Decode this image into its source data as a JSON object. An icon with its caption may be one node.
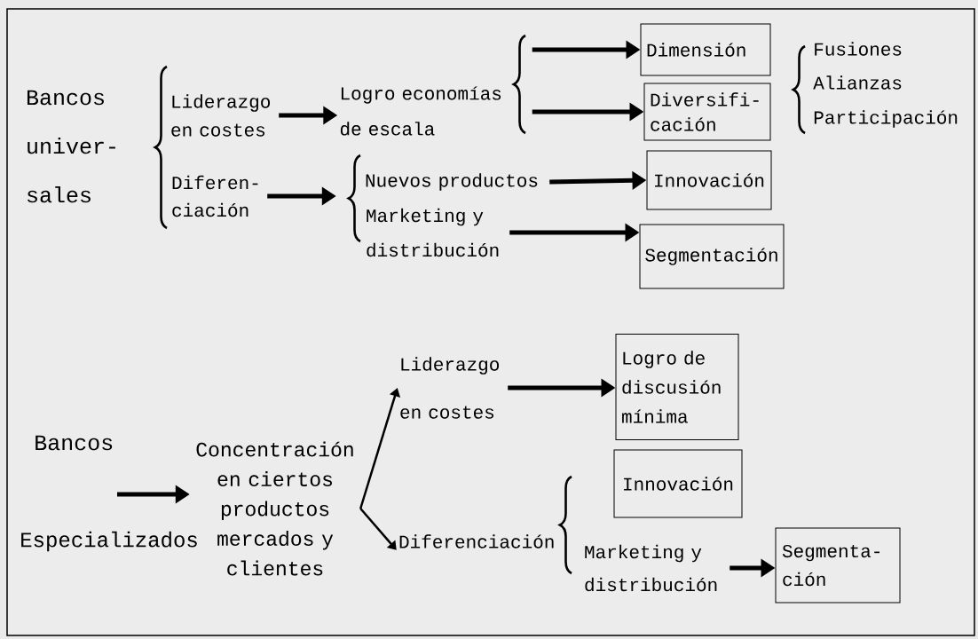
{
  "diagram": {
    "nodes": [
      {
        "text": [
          "Bancos univer- sales"
        ]
      },
      {
        "text": [
          "Liderazgo en costes"
        ]
      },
      {
        "text": [
          "Diferen- ciación"
        ]
      },
      {
        "text": [
          "Logro economías de escala"
        ]
      },
      {
        "text": [
          "Dimensión"
        ]
      },
      {
        "text": [
          "Diversifi- cación"
        ]
      },
      {
        "text": [
          "Nuevos productos"
        ]
      },
      {
        "text": [
          "Marketing y distribución"
        ]
      },
      {
        "text": [
          "Innovación"
        ]
      },
      {
        "text": [
          "Segmentación"
        ]
      },
      {
        "text": [
          "Concentración en ciertos productos mercados y clientes"
        ]
      },
      {
        "text": [
          "Liderazgo en costes"
        ]
      },
      {
        "text": [
          "Diferenciación"
        ]
      },
      {
        "text": [
          "Logro de discusión mínima"
        ]
      },
      {
        "text": [
          "Innovación"
        ]
      },
      {
        "text": [
          "Marketing y distribución"
        ]
      },
      {
        "text": [
          "Segmenta- ción"
        ]
      }
    ],
    "edges": [
      {
        "from": 1,
        "to": 3,
        "arrow": "to"
      },
      {
        "from": 2,
        "to": 6,
        "arrow": "to"
      },
      {
        "from": 3,
        "to": 4,
        "arrow": "to"
      },
      {
        "from": 3,
        "to": 5,
        "arrow": "to"
      },
      {
        "from": 6,
        "to": 8,
        "arrow": "to"
      },
      {
        "from": 7,
        "to": 9,
        "arrow": "to"
      },
      {
        "from": null,
        "to": 10,
        "arrow": "to"
      },
      {
        "from": 10,
        "to": 11,
        "arrow": "to"
      },
      {
        "from": 10,
        "to": 12,
        "arrow": "to"
      },
      {
        "from": 11,
        "to": 13,
        "arrow": "to"
      },
      {
        "from": 15,
        "to": 16,
        "arrow": "to"
      }
    ],
    "labels": [
      "Fusiones",
      "Alianzas",
      "Participación",
      "Bancos",
      "Especializados"
    ]
  }
}
